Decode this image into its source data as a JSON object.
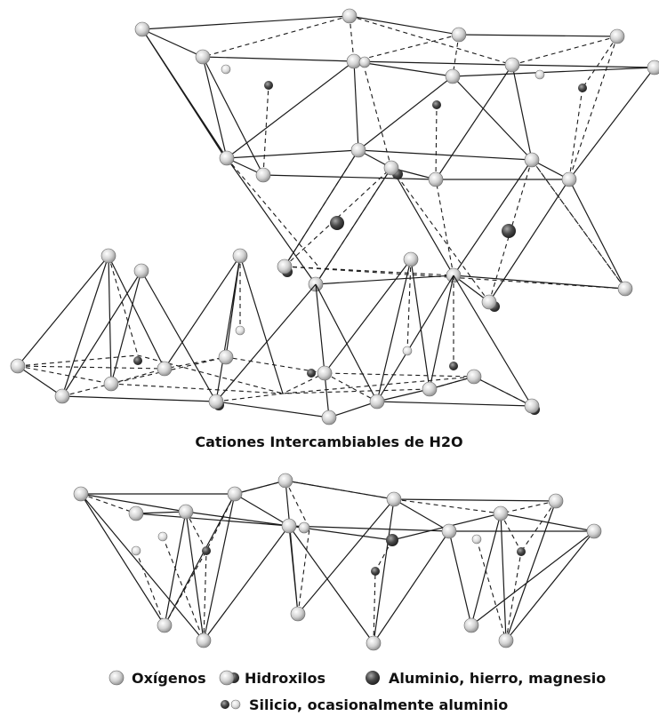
{
  "caption": "Cationes Intercambiables de H2O",
  "legend": {
    "oxygens": "Oxígenos",
    "hydroxyls": "Hidroxilos",
    "metals": "Aluminio, hierro, magnesio",
    "silicon": "Silicio, ocasionalmente aluminio"
  },
  "colors": {
    "oxygen": "#c8c8c8",
    "hydroxyl": "#b0b0b0",
    "metal": "#3a3a3a",
    "silicon": "#bfbfbf",
    "line": "#1a1a1a"
  }
}
